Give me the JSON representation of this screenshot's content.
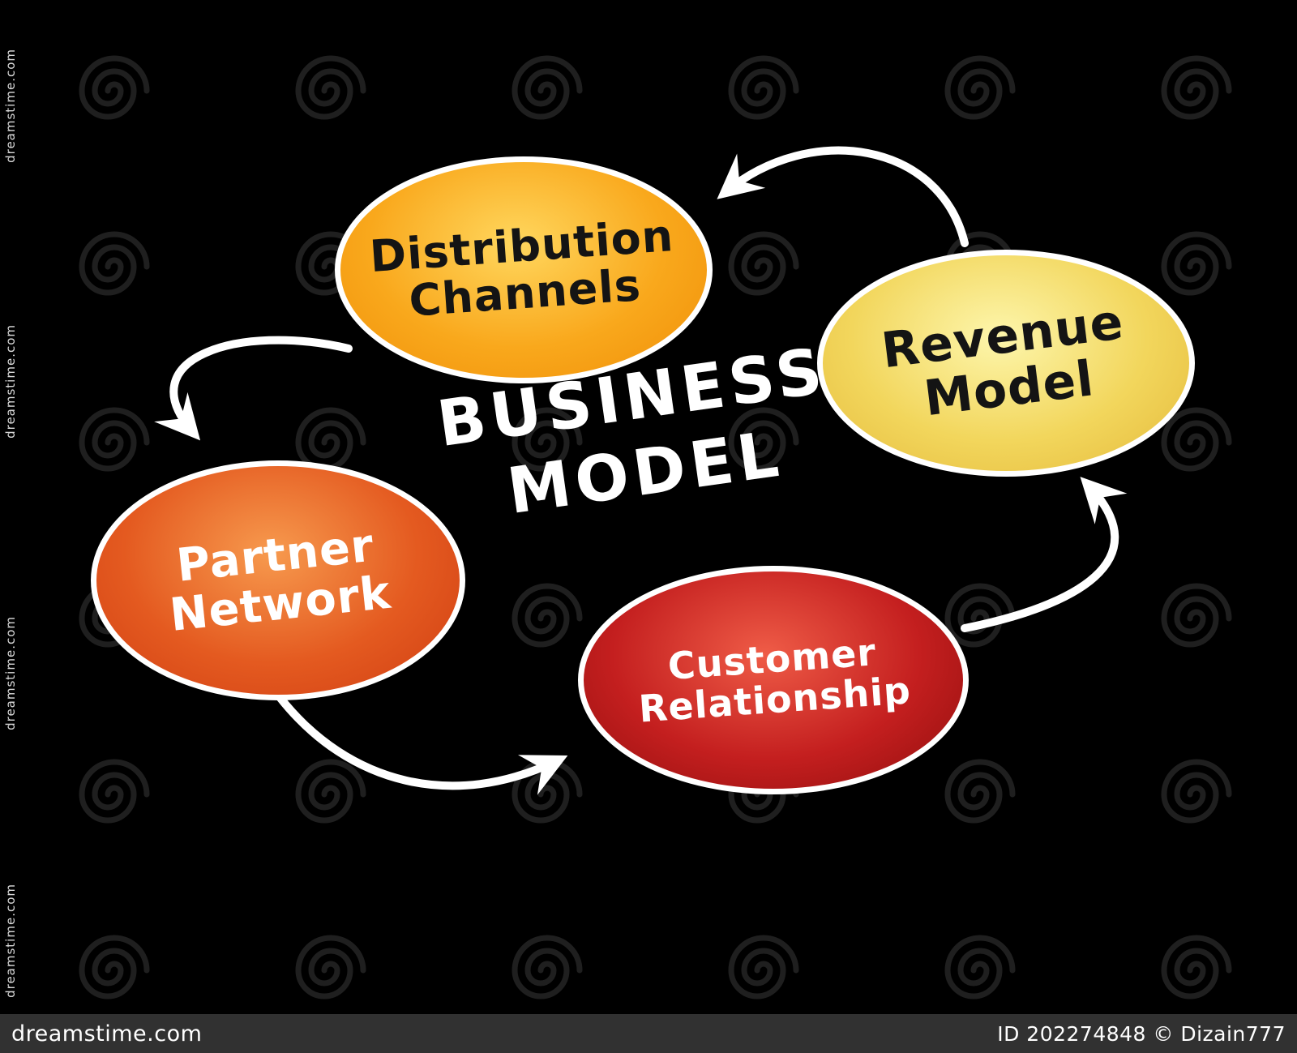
{
  "diagram": {
    "background": "#000000",
    "arrow_color": "#ffffff",
    "title_color": "#ffffff"
  },
  "title": {
    "line1": "BUSINESS",
    "line2": "MODEL"
  },
  "nodes": [
    {
      "id": "distribution-channels",
      "line1": "Distribution",
      "line2": "Channels",
      "text_color": "#141414",
      "fill_from": "#ffd75e",
      "fill_mid": "#f9a81c",
      "fill_to": "#ef8e07"
    },
    {
      "id": "revenue-model",
      "line1": "Revenue",
      "line2": "Model",
      "text_color": "#141414",
      "fill_from": "#fdf6ac",
      "fill_mid": "#f2d65c",
      "fill_to": "#e4b93a"
    },
    {
      "id": "partner-network",
      "line1": "Partner",
      "line2": "Network",
      "text_color": "#ffffff",
      "fill_from": "#f79a4e",
      "fill_mid": "#e45a20",
      "fill_to": "#cf3d12"
    },
    {
      "id": "customer-relationship",
      "line1": "Customer",
      "line2": "Relationship",
      "text_color": "#ffffff",
      "fill_from": "#ef5c47",
      "fill_mid": "#c41f1f",
      "fill_to": "#8f0d0d"
    }
  ],
  "watermark": {
    "site": "dreamstime.com",
    "credit": "ID 202274848 © Dizain777"
  }
}
